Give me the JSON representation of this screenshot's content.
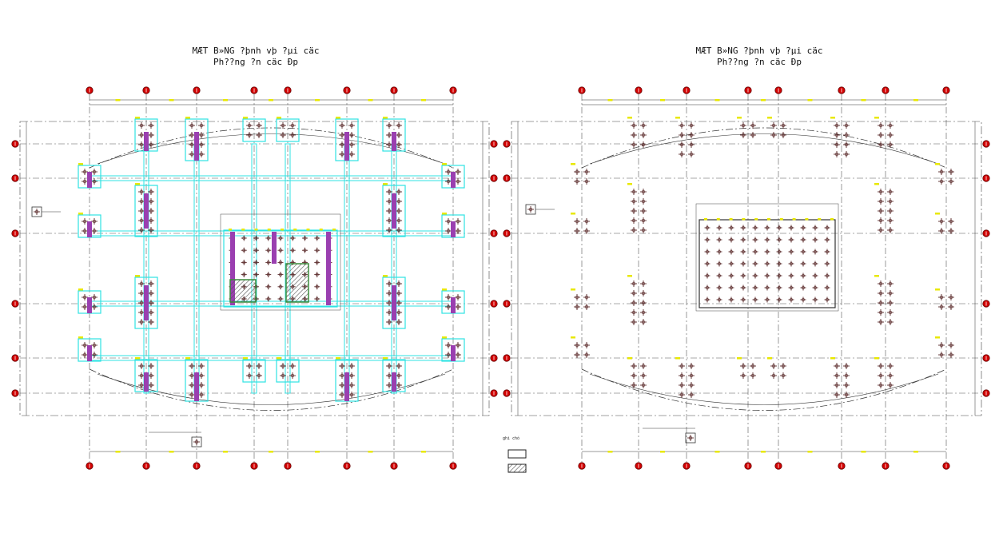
{
  "plans": [
    {
      "title_line1": "MÆT B»NG ?þnh vþ ?µi cäc",
      "title_line2": "Ph??ng ?n cäc Ðp"
    },
    {
      "title_line1": "MÆT B»NG ?þnh vþ ?µi cäc",
      "title_line2": "Ph??ng ?n cäc Ðp"
    }
  ],
  "legend": {
    "label": "ghi chó"
  },
  "colors": {
    "grid": "#555555",
    "axis_bubble": "#d40000",
    "pile_cap_outline": "#2fe3e3",
    "tie_beam": "#9a3fb0",
    "pile_marker": "#5a2a2a",
    "dimension_tag": "#e8e800",
    "core_hatch": "#3a8a3a"
  },
  "icons": [
    "axis-bubble-icon",
    "pile-cross-icon",
    "legend-empty-box-icon",
    "legend-hatch-box-icon"
  ]
}
